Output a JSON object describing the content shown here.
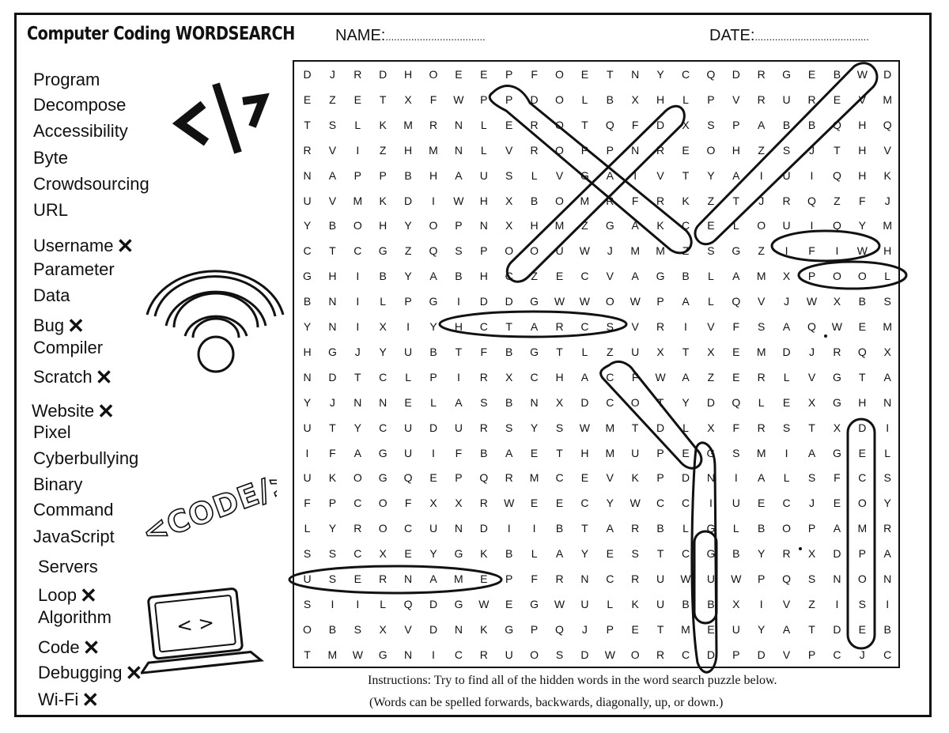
{
  "header": {
    "title": "Computer Coding  WORDSEARCH",
    "name_label": "NAME:",
    "name_dots": "...................................",
    "date_label": "DATE:",
    "date_dots": "........................................"
  },
  "word_list": [
    {
      "text": "Program",
      "crossed": false
    },
    {
      "text": "Decompose",
      "crossed": false
    },
    {
      "text": "Accessibility",
      "crossed": false
    },
    {
      "text": "Byte",
      "crossed": false
    },
    {
      "text": "Crowdsourcing",
      "crossed": false
    },
    {
      "text": "URL",
      "crossed": false
    },
    {
      "text": "Username",
      "crossed": true
    },
    {
      "text": "Parameter",
      "crossed": false
    },
    {
      "text": "Data",
      "crossed": false
    },
    {
      "text": "Bug",
      "crossed": true
    },
    {
      "text": "Compiler",
      "crossed": false
    },
    {
      "text": "Scratch",
      "crossed": true
    },
    {
      "text": "Website",
      "crossed": true
    },
    {
      "text": "Pixel",
      "crossed": false
    },
    {
      "text": "Cyberbullying",
      "crossed": false
    },
    {
      "text": "Binary",
      "crossed": false
    },
    {
      "text": "Command",
      "crossed": false
    },
    {
      "text": "JavaScript",
      "crossed": false
    },
    {
      "text": "Servers",
      "crossed": false
    },
    {
      "text": "Loop",
      "crossed": true
    },
    {
      "text": "Algorithm",
      "crossed": false
    },
    {
      "text": "Code",
      "crossed": true
    },
    {
      "text": "Debugging",
      "crossed": true
    },
    {
      "text": "Wi-Fi",
      "crossed": true
    }
  ],
  "grid_rows": [
    "DJRDHOEEPFOETNYCQDRGEBWD",
    "EZETXFWPPDOLBXHLPVRUREVM",
    "TSLKMRNLEROTQFDXSPABBQHQ",
    "RVIZHMNLVROPPNREOHZSJTHV",
    "NAPPBHAUSLVGAIVTYAIUIQHK",
    "UVMKDIWHXBOMRFRKZTJRQZFJ",
    "YBOHYOPNXHMZGAKCELOUIQYM",
    "CTCGZQSPOOUWJMMZSGZIFIWH",
    "GHIBYABHCZECVAGBLAMXPOOL",
    "BNILPGIDDGWWOWPALQVJWXBS",
    "YNIXIYHCTARCSVRIVFSAQWEM",
    "HGJYUBTFBGTLZUXTXEMDJRQX",
    "NDTCLPIRXCHACFWAZERLVGTA",
    "YJNNELASBNXDCOTYDQLEXGHN",
    "UTYCUDURSYSWMTDLXFRSTXDI",
    "IFAGUIFBAETHMUPEGSMIAGEL",
    "UKOGQEPQRMCEVKPDNIALSFCS",
    "FPCOFXXRWEECYWCCIUECJEOY",
    "LYROCUNDIIBTARBLGLBOPAMR",
    "SSCXEYGKBLAYESTCGBYRXDPA",
    "USERNAMEPFRNCRUWUWPQSNON",
    "SIILQDGWEGWULKUBBXIVZISI",
    "OBSXVDNKGPQJPETMEUYATDEB",
    "TMWGNICRUOSDWORCDPDVPCJC"
  ],
  "decorations": {
    "tag_symbol": "</>",
    "code_tag": "<CODE/>",
    "laptop_screen": "< >"
  },
  "instructions": {
    "line1": "Instructions: Try to find all of the hidden  words in the word search puzzle below.",
    "line2": "(Words can be spelled forwards, backwards, diagonally, up, or down.)"
  }
}
